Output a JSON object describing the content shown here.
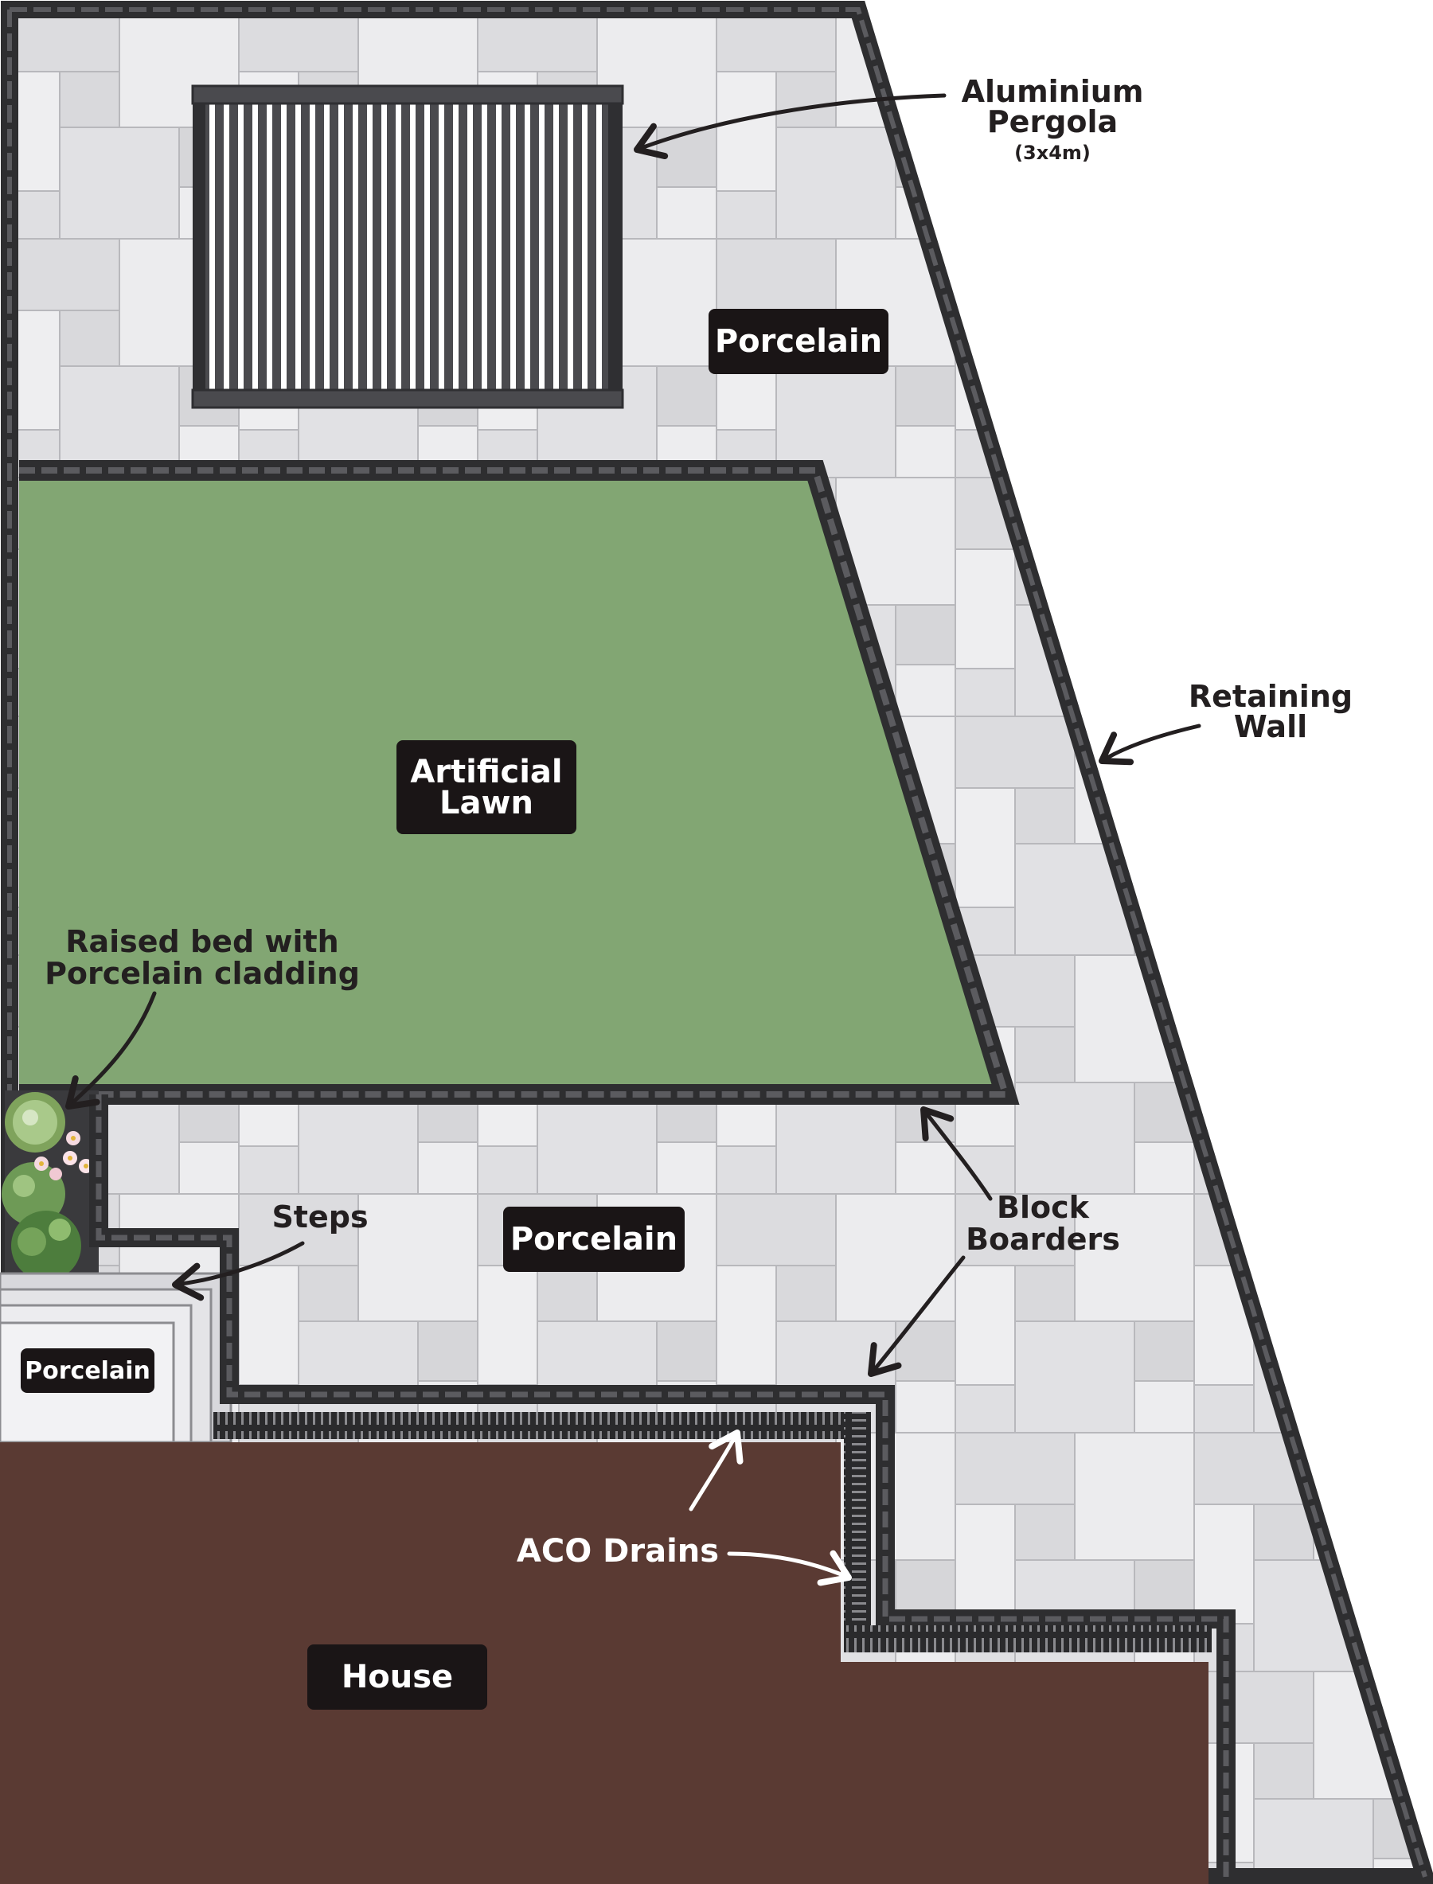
{
  "colors": {
    "porcelain": "#e6e6e8",
    "tile_line": "#b9b9bd",
    "lawn": "#82a673",
    "house": "#5a3a33",
    "wall": "#2e2e30",
    "block": "#5b5b5f",
    "badge": "#1a1516",
    "arrow_dark": "#231f20",
    "arrow_light": "#ffffff"
  },
  "labels": {
    "pergola": {
      "line1": "Aluminium",
      "line2": "Pergola",
      "size": "(3x4m)"
    },
    "retaining_wall": {
      "line1": "Retaining",
      "line2": "Wall"
    },
    "porcelain_upper": "Porcelain",
    "lawn": {
      "line1": "Artificial",
      "line2": "Lawn"
    },
    "raised_bed": {
      "line1": "Raised bed with",
      "line2": "Porcelain cladding"
    },
    "steps": "Steps",
    "porcelain_middle": "Porcelain",
    "block_borders": {
      "line1": "Block",
      "line2": "Boarders"
    },
    "porcelain_small": "Porcelain",
    "aco_drains": "ACO Drains",
    "house": "House"
  },
  "icons": {
    "pergola": "pergola-slats-icon",
    "planting": "shrub-planting-icon",
    "drain": "drain-grate-icon"
  }
}
